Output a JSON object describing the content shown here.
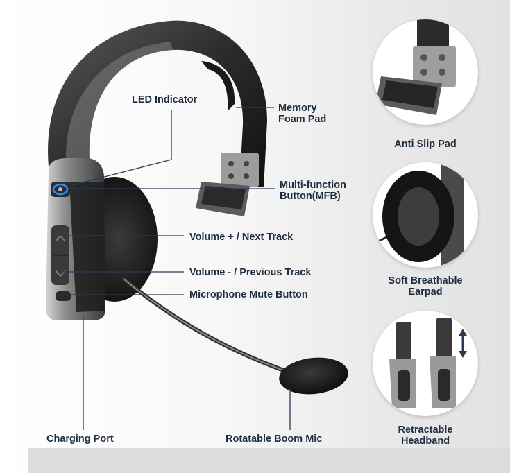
{
  "callouts": {
    "led_indicator": "LED Indicator",
    "memory_foam_pad": [
      "Memory",
      "Foam Pad"
    ],
    "mfb": [
      "Multi-function",
      "Button(MFB)"
    ],
    "volume_up": "Volume + / Next Track",
    "volume_down": "Volume - / Previous Track",
    "mic_mute": "Microphone Mute Button",
    "charging_port": "Charging Port",
    "boom_mic": "Rotatable Boom Mic"
  },
  "features": [
    {
      "id": "anti-slip",
      "label": "Anti Slip Pad"
    },
    {
      "id": "earpad",
      "label": [
        "Soft Breathable",
        "Earpad"
      ]
    },
    {
      "id": "headband",
      "label": [
        "Retractable",
        "Headband"
      ]
    }
  ],
  "colors": {
    "label_text": "#1f2d40",
    "callout_line": "#2b3a55",
    "led_blue": "#2a8cff",
    "headset_dark": "#2a2a2a",
    "headset_silver": "#9a9a9a"
  }
}
